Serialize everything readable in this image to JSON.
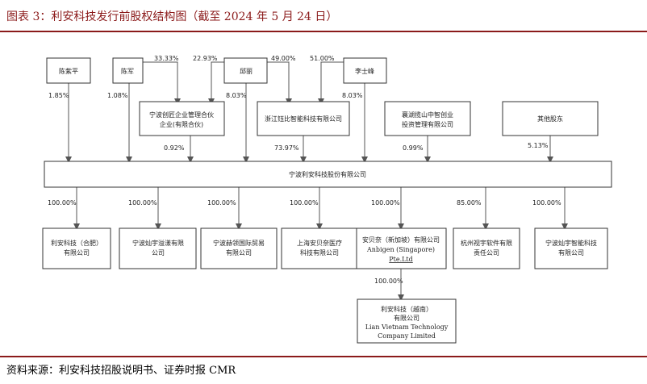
{
  "header": {
    "title": "图表 3：利安科技发行前股权结构图（截至 2024 年 5 月 24 日）"
  },
  "footer": {
    "source": "资料来源：利安科技招股说明书、证券时报 CMR"
  },
  "diagram": {
    "top_people": {
      "chen_fuping": "陈紫平",
      "chen_jun": "陈军",
      "qiu_li": "邱丽",
      "li_shifeng": "李士峰"
    },
    "mid_entities": {
      "chuangjiang_l1": "宁波创匠企业管理合伙",
      "chuangjiang_l2": "企业(有限合伙)",
      "yuke": "浙江钰比智能科技有限公司",
      "jinyuan_l1": "襄湖揽山中智创业",
      "jinyuan_l2": "投资管理有限公司",
      "others": "其他股东"
    },
    "company": "宁波利安科技股份有限公司",
    "subsidiaries": {
      "hefei_l1": "利安科技（合肥）",
      "hefei_l2": "有限公司",
      "lixing": "宁波灿宇溢漾有限公司",
      "guoji_l1": "宁波赫领国际贸易",
      "guoji_l2": "有限公司",
      "shanghai_l1": "上海安贝奈医疗",
      "shanghai_l2": "科技有限公司",
      "singapore_l1": "安贝奈（新加坡）有限公司",
      "singapore_l2": "Anbigen (Singapore)",
      "singapore_l3": "Pte.Ltd",
      "hangzhou_l1": "杭州视宇软件有限",
      "hangzhou_l2": "责任公司",
      "zhineng_l1": "宁波灿宇智能科技",
      "zhineng_l2": "有限公司"
    },
    "vietnam": {
      "l1": "利安科技（越南）",
      "l2": "有限公司",
      "l3": "Lian Vietnam Technology",
      "l4": "Company Limited"
    },
    "percentages": {
      "p1": "1.85%",
      "p2": "1.08%",
      "p3": "33.33%",
      "p4": "22.93%",
      "p5": "8.03%",
      "p6": "49.00%",
      "p7": "51.00%",
      "p8": "8.03%",
      "p9": "0.92%",
      "p10": "73.97%",
      "p11": "0.99%",
      "p12": "5.13%",
      "s1": "100.00%",
      "s2": "100.00%",
      "s3": "100.00%",
      "s4": "100.00%",
      "s5": "100.00%",
      "s6": "85.00%",
      "s7": "100.00%",
      "v1": "100.00%"
    }
  }
}
